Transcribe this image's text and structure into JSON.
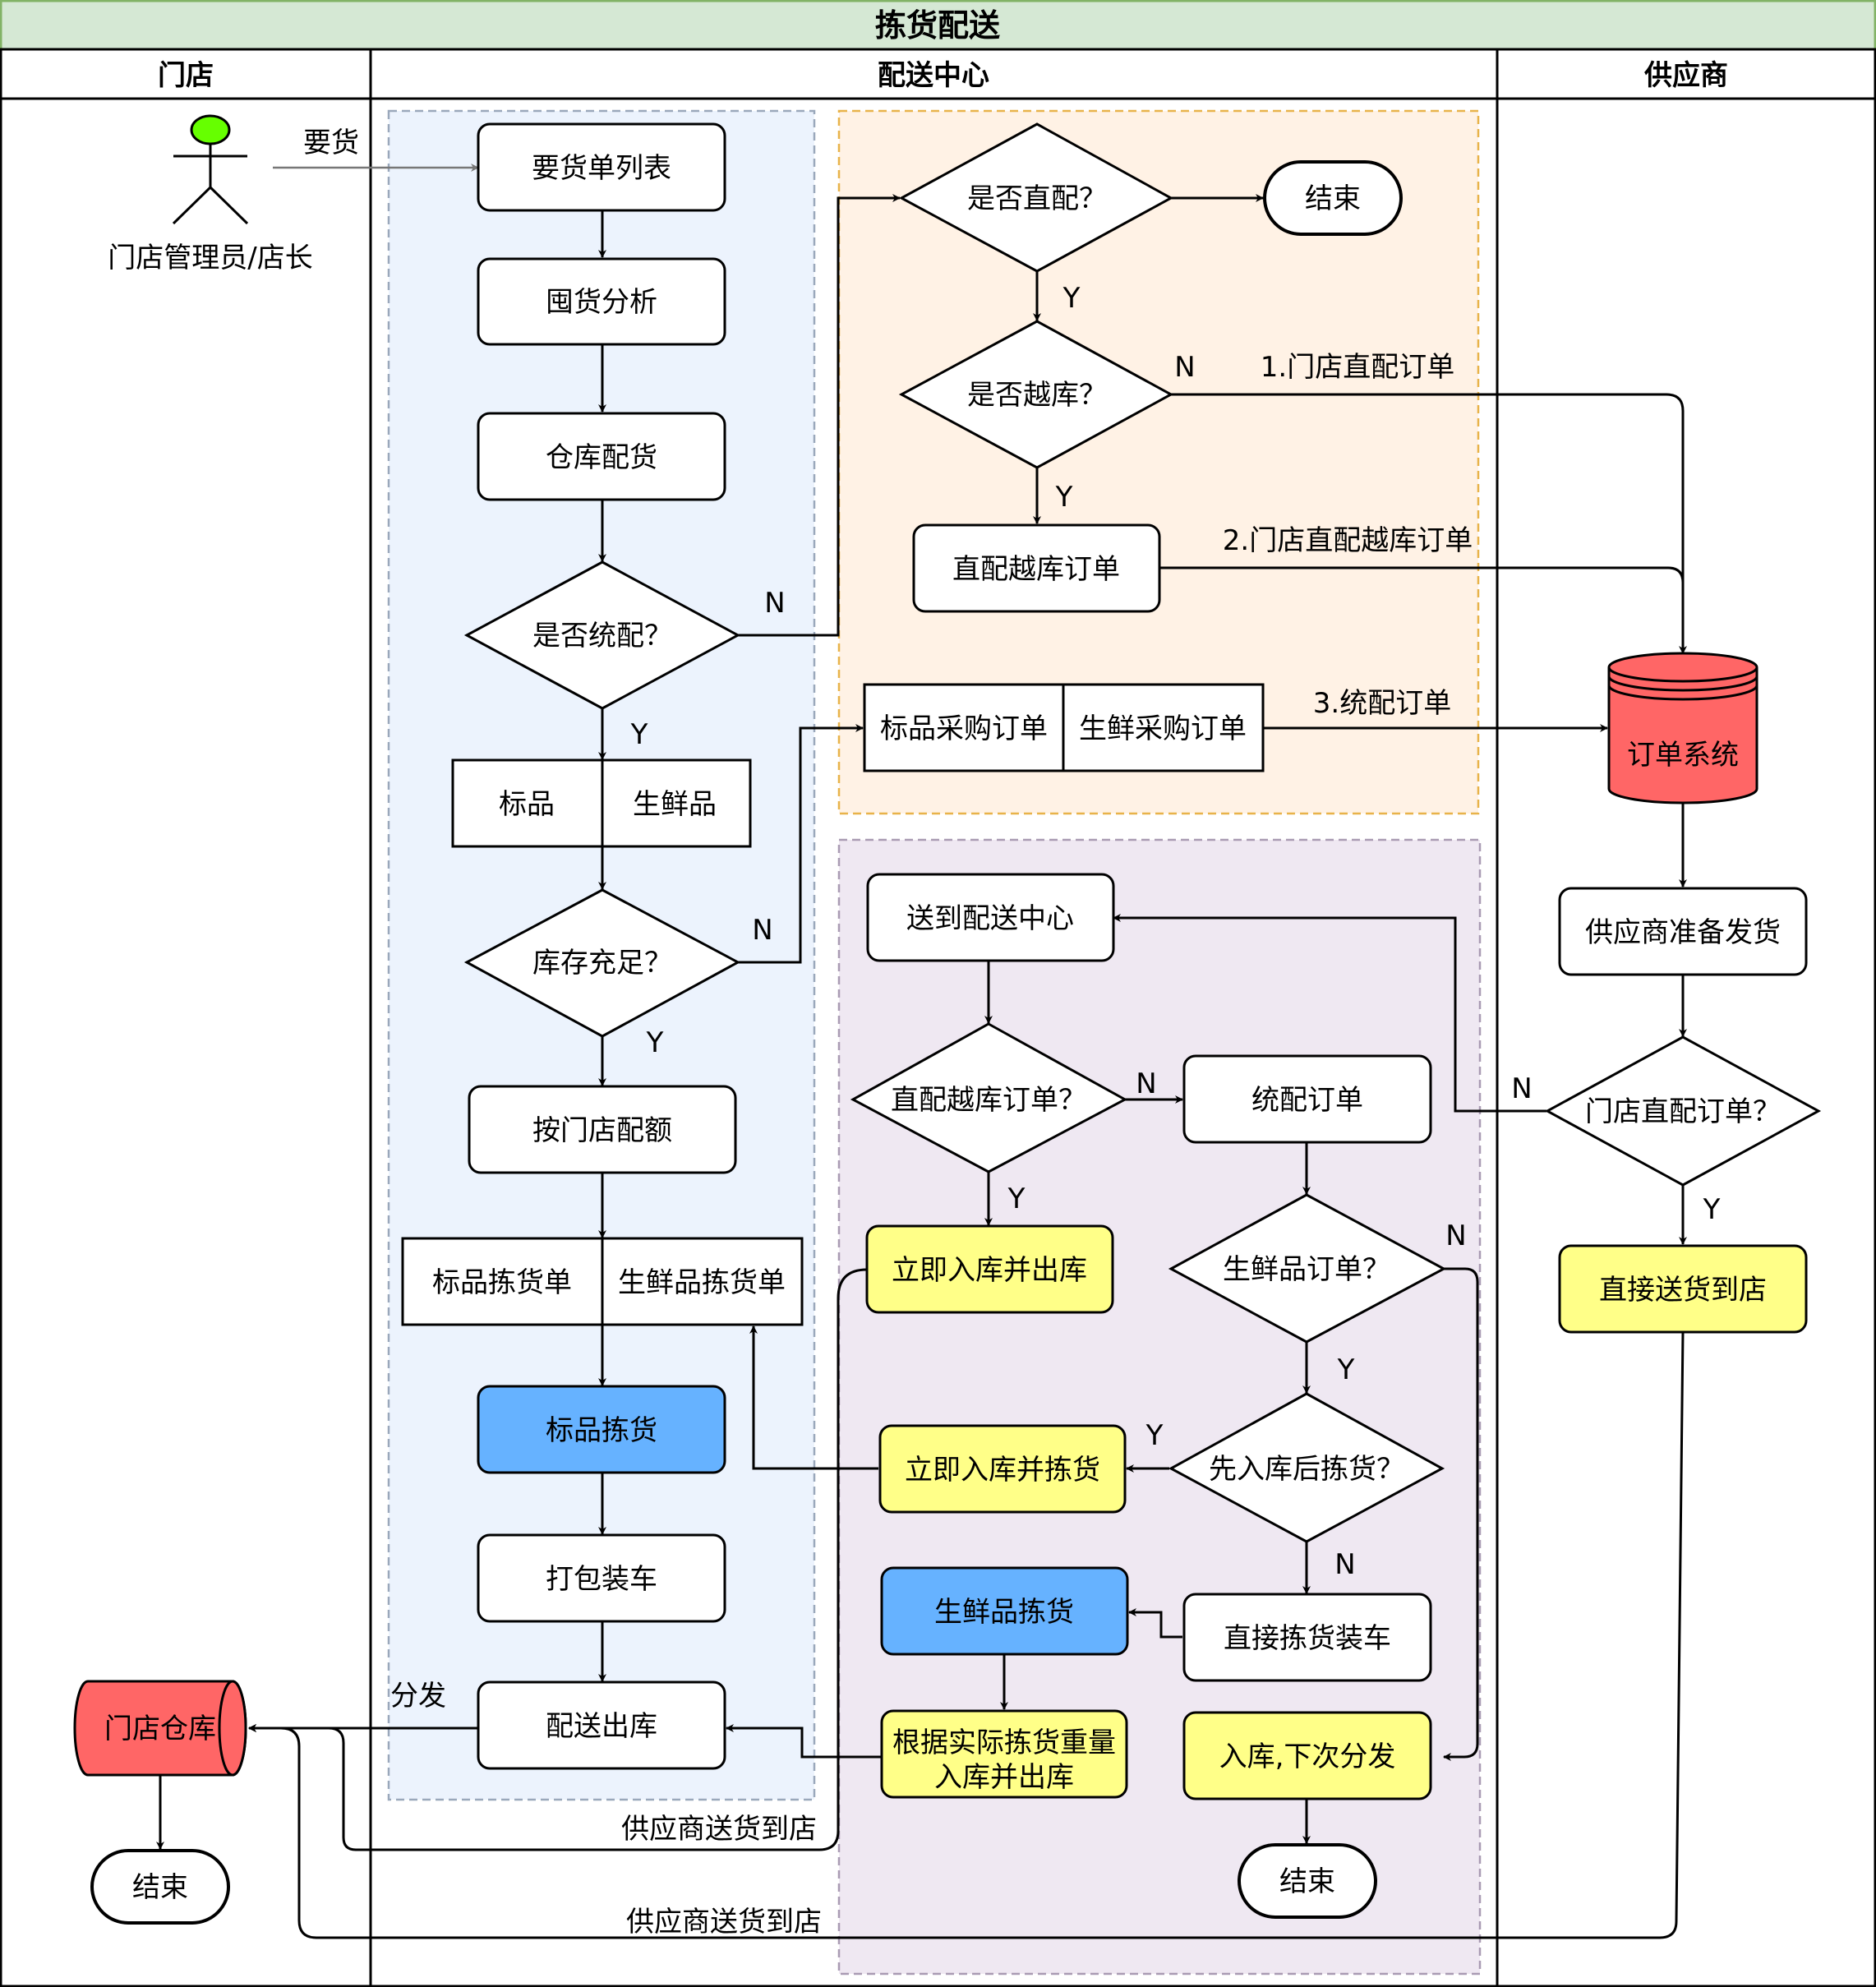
{
  "title": "拣货配送",
  "lanes": {
    "store": "门店",
    "center": "配送中心",
    "supplier": "供应商"
  },
  "actor": {
    "label": "门店管理员/店长",
    "request_label": "要货"
  },
  "nodes": {
    "n_list": "要货单列表",
    "n_analysis": "囤货分析",
    "n_alloc": "仓库配货",
    "d_unified": "是否统配？",
    "s_std": "标品",
    "s_fresh": "生鲜品",
    "d_stock": "库存充足？",
    "n_quota": "按门店配额",
    "p_std": "标品拣货单",
    "p_fresh": "生鲜品拣货单",
    "n_pick_std": "标品拣货",
    "n_pack": "打包装车",
    "n_ship": "配送出库",
    "d_direct": "是否直配？",
    "t_end_top": "结束",
    "d_cross": "是否越库？",
    "n_cross_order": "直配越库订单",
    "po_std": "标品采购订单",
    "po_fresh": "生鲜采购订单",
    "n_arrive": "送到配送中心",
    "d_cross2": "直配越库订单？",
    "n_unified_order": "统配订单",
    "n_instant_out": "立即入库并出库",
    "d_fresh": "生鲜品订单？",
    "d_first_in": "先入库后拣货？",
    "n_instant_pick": "立即入库并拣货",
    "n_direct_load": "直接拣货装车",
    "n_pick_fresh": "生鲜品拣货",
    "n_weight_line1": "根据实际拣货重量",
    "n_weight_line2": "入库并出库",
    "n_next": "入库,下次分发",
    "t_end_mid": "结束",
    "db_orders": "订单系统",
    "n_prepare": "供应商准备发货",
    "d_store_direct": "门店直配订单？",
    "n_direct_deliver": "直接送货到店",
    "db_store": "门店仓库",
    "t_end_store": "结束"
  },
  "edge_labels": {
    "y": "Y",
    "n": "N",
    "order1": "1.门店直配订单",
    "order2": "2.门店直配越库订单",
    "order3": "3.统配订单",
    "distribute": "分发",
    "supplier_deliver_1": "供应商送货到店",
    "supplier_deliver_2": "供应商送货到店"
  },
  "colors": {
    "title_bg": "#d5e8d4",
    "title_border": "#82b366",
    "group_blue": "#dae8fc",
    "group_orange": "#ffe6cc",
    "group_purple": "#e1d5e7",
    "db_red": "#ff6666",
    "note_yellow": "#ffff88",
    "pick_blue": "#66b2ff",
    "actor_head": "#66ff00"
  }
}
